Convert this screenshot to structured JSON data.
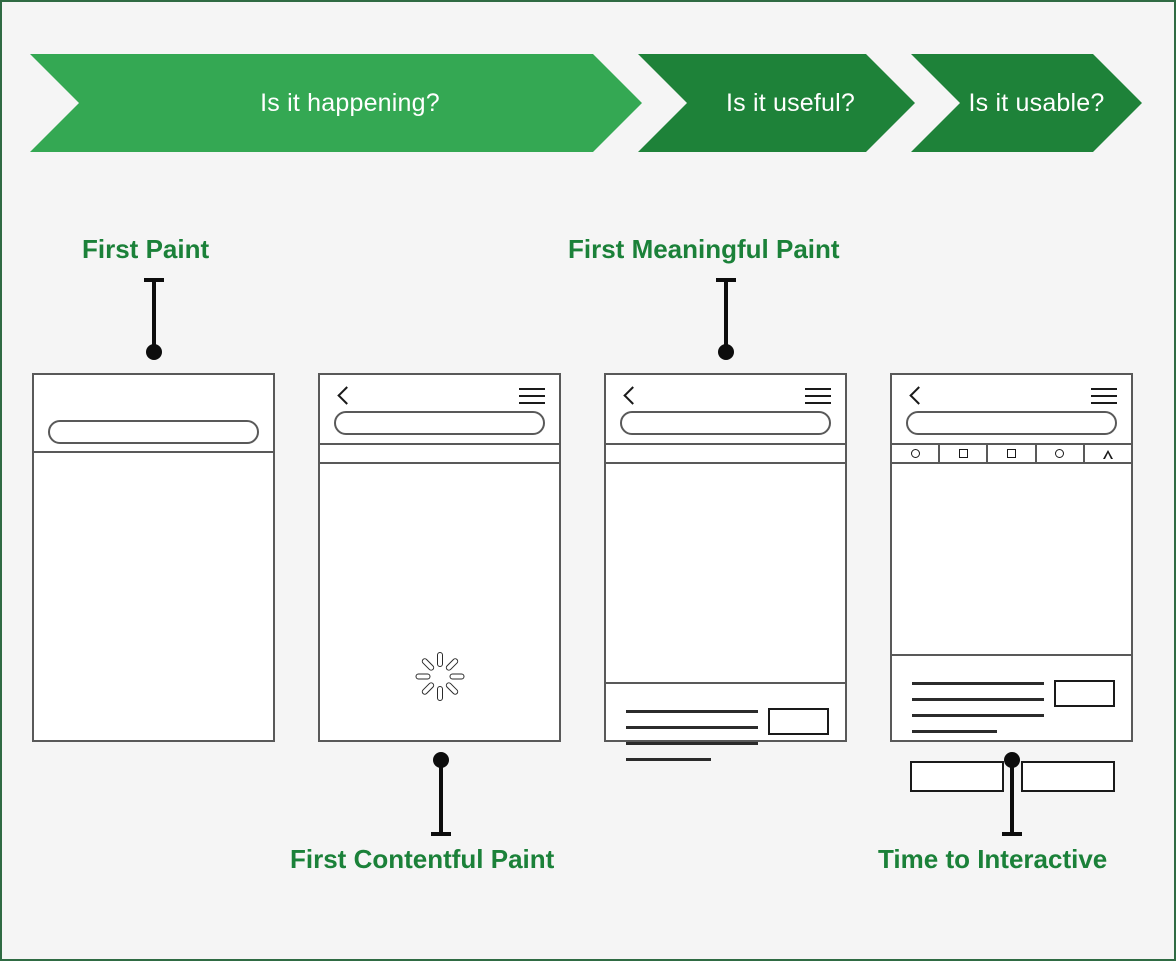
{
  "banner": {
    "segments": [
      {
        "label": "Is it happening?",
        "color": "#34a853"
      },
      {
        "label": "Is it useful?",
        "color": "#1e8239"
      },
      {
        "label": "Is it usable?",
        "color": "#1e8239"
      }
    ]
  },
  "metrics": {
    "first_paint": "First Paint",
    "first_meaningful_paint": "First Meaningful Paint",
    "first_contentful_paint": "First Contentful Paint",
    "time_to_interactive": "Time to Interactive",
    "color": "#1b8139"
  },
  "phones": [
    {
      "name": "first-paint-frame",
      "has_back": false,
      "has_menu": false,
      "has_subbar": false,
      "state": "blank-chrome-only"
    },
    {
      "name": "first-contentful-paint-frame",
      "has_back": true,
      "has_menu": true,
      "has_subbar": false,
      "state": "loading-spinner"
    },
    {
      "name": "first-meaningful-paint-frame",
      "has_back": true,
      "has_menu": true,
      "has_subbar": false,
      "state": "content-partial",
      "text_lines": 4,
      "buttons": 0
    },
    {
      "name": "time-to-interactive-frame",
      "has_back": true,
      "has_menu": true,
      "has_subbar": true,
      "state": "content-interactive",
      "text_lines": 4,
      "buttons": 2,
      "toolbar_icons": [
        "circle-icon",
        "square-icon",
        "square-icon",
        "circle-icon",
        "triangle-icon"
      ]
    }
  ],
  "theme": {
    "background": "#f5f5f5",
    "border": "#2f6b43",
    "wireframe_stroke": "#595959",
    "ink": "#0d0d0d"
  }
}
